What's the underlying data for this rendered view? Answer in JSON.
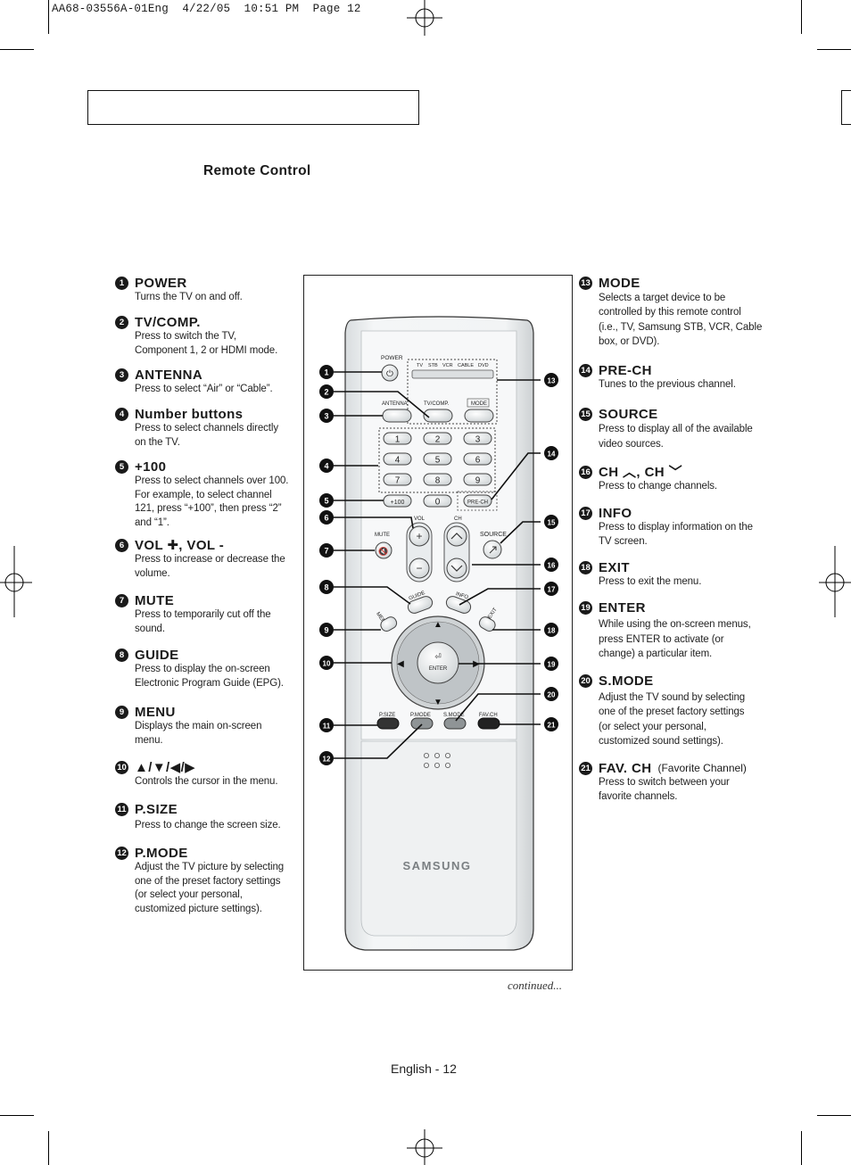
{
  "slug": "AA68-03556A-01Eng  4/22/05  10:51 PM  Page 12",
  "section_title": "Remote Control",
  "left_items": [
    {
      "num": "1",
      "title": "POWER",
      "desc": [
        "Turns the TV on and off."
      ]
    },
    {
      "num": "2",
      "title": "TV/COMP.",
      "desc": [
        "Press to switch the TV,",
        "Component 1, 2 or HDMI mode."
      ]
    },
    {
      "num": "3",
      "title": "ANTENNA",
      "desc": [
        "Press to select “Air” or “Cable”."
      ]
    },
    {
      "num": "4",
      "title": "Number buttons",
      "desc": [
        "Press to select channels directly",
        "on the TV."
      ]
    },
    {
      "num": "5",
      "title": "+100",
      "desc": [
        "Press to select channels over 100.",
        "For example, to select channel",
        "121, press “+100”, then press “2”",
        "and “1”."
      ]
    },
    {
      "num": "6",
      "title": "VOL ✚, VOL ‑",
      "desc": [
        "Press to increase or decrease the",
        "volume."
      ]
    },
    {
      "num": "7",
      "title": "MUTE",
      "desc": [
        "Press to temporarily cut off the",
        "sound."
      ]
    },
    {
      "num": "8",
      "title": "GUIDE",
      "desc": [
        "Press to display the on-screen",
        "Electronic Program Guide (EPG)."
      ]
    },
    {
      "num": "9",
      "title": "MENU",
      "desc": [
        "Displays the main on-screen",
        "menu."
      ]
    },
    {
      "num": "10",
      "title": "▲/▼/◀/▶",
      "desc": [
        "Controls the cursor in the menu."
      ]
    },
    {
      "num": "11",
      "title": "P.SIZE",
      "desc": [
        "Press to change the screen size."
      ]
    },
    {
      "num": "12",
      "title": "P.MODE",
      "desc": [
        "Adjust the TV picture by selecting",
        "one of the preset factory settings",
        "(or select your personal,",
        "customized picture settings)."
      ]
    }
  ],
  "right_items": [
    {
      "num": "13",
      "title": "MODE",
      "desc": [
        "Selects a target device to be",
        "controlled by this remote control",
        "(i.e., TV, Samsung STB, VCR, Cable",
        "box, or DVD)."
      ]
    },
    {
      "num": "14",
      "title": "PRE-CH",
      "desc": [
        "Tunes to the previous channel."
      ]
    },
    {
      "num": "15",
      "title": "SOURCE",
      "desc": [
        "Press to display all of the available",
        "video sources."
      ]
    },
    {
      "num": "16",
      "title": "CH ︿, CH ﹀",
      "desc": [
        "Press to change channels."
      ]
    },
    {
      "num": "17",
      "title": "INFO",
      "desc": [
        "Press to display information on the",
        "TV screen."
      ]
    },
    {
      "num": "18",
      "title": "EXIT",
      "desc": [
        "Press to exit the menu."
      ]
    },
    {
      "num": "19",
      "title": "ENTER",
      "desc": [
        "While using the on-screen menus,",
        "press ENTER to activate (or",
        "change) a particular item."
      ]
    },
    {
      "num": "20",
      "title": "S.MODE",
      "desc": [
        "Adjust the TV sound by selecting",
        "one of the preset factory settings",
        "(or select your personal,",
        "customized sound settings)."
      ]
    },
    {
      "num": "21",
      "title": "FAV. CH",
      "note": "(Favorite Channel)",
      "desc": [
        "Press to switch between your",
        "favorite channels."
      ]
    }
  ],
  "remote": {
    "power": "POWER",
    "modes": [
      "TV",
      "STB",
      "VCR",
      "CABLE",
      "DVD"
    ],
    "antenna": "ANTENNA",
    "tvcomp": "TV/COMP.",
    "mode": "MODE",
    "digits": [
      "1",
      "2",
      "3",
      "4",
      "5",
      "6",
      "7",
      "8",
      "9",
      "0"
    ],
    "plus100": "+100",
    "prech": "PRE-CH",
    "vol": "VOL",
    "ch": "CH",
    "mute": "MUTE",
    "source": "SOURCE",
    "guide": "GUIDE",
    "info": "INFO",
    "menu": "MENU",
    "exit": "EXIT",
    "enter": "ENTER",
    "psize": "P.SIZE",
    "pmode": "P.MODE",
    "smode": "S.MODE",
    "favch": "FAV.CH",
    "brand": "SAMSUNG"
  },
  "callouts": [
    "1",
    "2",
    "3",
    "4",
    "5",
    "6",
    "7",
    "8",
    "9",
    "10",
    "11",
    "12",
    "13",
    "14",
    "15",
    "16",
    "17",
    "18",
    "19",
    "20",
    "21"
  ],
  "continued": "continued...",
  "footer": "English - 12"
}
